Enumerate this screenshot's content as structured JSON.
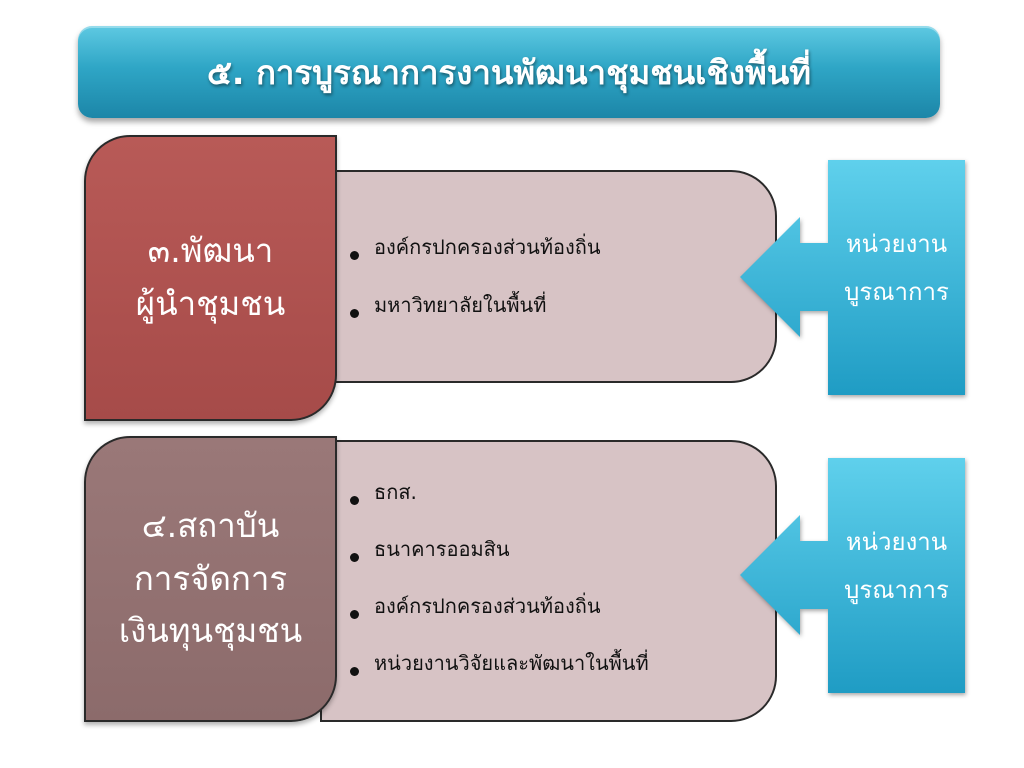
{
  "title": "๕. การบูรณาการงานพัฒนาชุมชนเชิงพื้นที่",
  "rows": [
    {
      "tile_lines": [
        "๓.พัฒนา",
        "ผู้นำชุมชน"
      ],
      "items": [
        "องค์กรปกครองส่วนท้องถิ่น",
        "มหาวิทยาลัยในพื้นที่"
      ],
      "arrow_lines": [
        "หน่วยงาน",
        "บูรณาการ"
      ]
    },
    {
      "tile_lines": [
        "๔.สถาบัน",
        "การจัดการ",
        "เงินทุนชุมชน"
      ],
      "items": [
        "ธกส.",
        "ธนาคารออมสิน",
        "องค์กรปกครองส่วนท้องถิ่น",
        "หน่วยงานวิจัยและพัฒนาในพื้นที่"
      ],
      "arrow_lines": [
        "หน่วยงาน",
        "บูรณาการ"
      ]
    }
  ],
  "colors": {
    "title_bar": "#2fa6c6",
    "tile_1": "#a64b49",
    "tile_2": "#8c6b6b",
    "panel": "#d7c3c5",
    "arrow": "#2fb3d8"
  }
}
